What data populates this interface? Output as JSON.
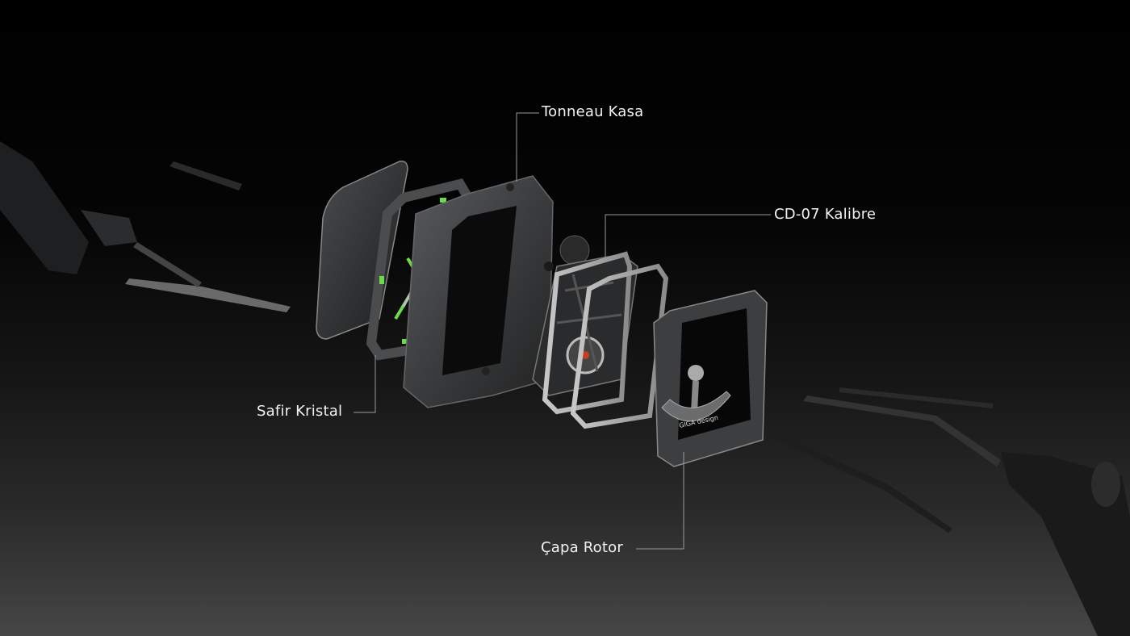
{
  "labels": {
    "case": "Tonneau Kasa",
    "caliber": "CD-07 Kalibre",
    "crystal": "Safir Kristal",
    "rotor": "Çapa Rotor"
  },
  "rotor_logo": "GIGA design",
  "colors": {
    "lume": "#6bdc4a",
    "line": "#9a9a9a",
    "text": "#f2f2f2"
  }
}
